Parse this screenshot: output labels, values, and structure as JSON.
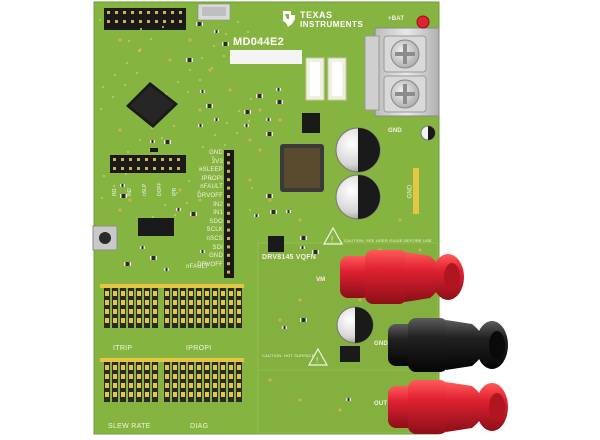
{
  "board": {
    "name": "MD044E2",
    "brand_line1": "TEXAS",
    "brand_line2": "INSTRUMENTS",
    "power_label": "+BAT",
    "gnd_label": "GND",
    "gnd_label2": "GND",
    "gnd_vertical": "GND",
    "part_label": "DRV8145 VQFN",
    "vm_label": "VM",
    "out_label": "OUT",
    "gnd_small": "GND",
    "caution_label": "CAUTION: HOT SURFACE",
    "caution_heat": "CAUTION: SEE USER GUIDE BEFORE USE",
    "switch_groups": {
      "itrip": "ITRIP",
      "iprop1": "IPROPI",
      "slew": "SLEW RATE",
      "diag": "DIAG"
    },
    "pin_labels": [
      "GND",
      "3V3",
      "nSLEEP",
      "IPROPI",
      "nFAULT",
      "DRVOFF",
      "IN2",
      "IN1",
      "SDO",
      "SCLK",
      "nSCS",
      "SDI",
      "GND",
      "DRVOFF"
    ],
    "header_vertical_labels": [
      "IN1",
      "IN2",
      "nSLP",
      "DOFF",
      "IPR"
    ],
    "fault_label": "nFAULT"
  },
  "colors": {
    "pcb": "#86b441",
    "pcb_dark": "#6e9a36",
    "silk": "#f2f2e6",
    "terminal_red": "#d81e2a",
    "terminal_black": "#1c1c1c",
    "gold": "#e6c542",
    "connector": "#1a1a1a"
  }
}
